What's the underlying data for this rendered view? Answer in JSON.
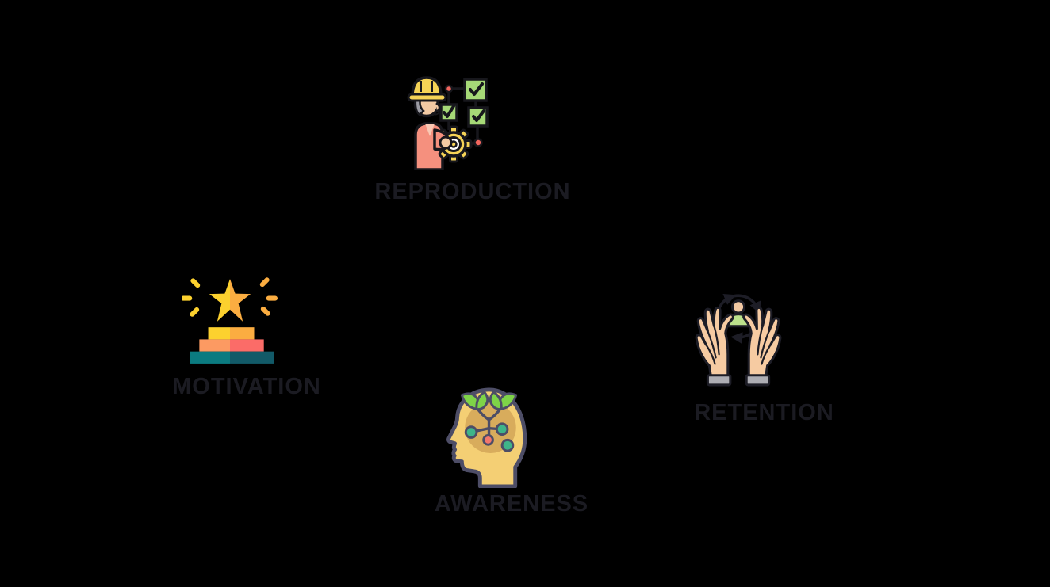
{
  "diagram": {
    "background_color": "#000000",
    "cloud_fill": "#b5c6e6",
    "label_color": "#1b1b22",
    "clouds": [
      {
        "label": "REPRODUCTION",
        "icon": "worker-flowchart-icon"
      },
      {
        "label": "MOTIVATION",
        "icon": "star-podium-icon"
      },
      {
        "label": "RETENTION",
        "icon": "hands-cycle-icon"
      },
      {
        "label": "AWARENESS",
        "icon": "head-plant-icon"
      }
    ],
    "icon_palette": {
      "checkbox_green": "#a6d977",
      "node_red": "#f2665e",
      "hat_gear_yellow": "#f5d356",
      "shirt_salmon": "#f5907e",
      "skin_tan": "#f2c9a3",
      "star_yellow": "#fcd12e",
      "star_amber": "#fbad41",
      "podium_orange": "#fc9a62",
      "podium_coral": "#fb6c68",
      "podium_teal": "#0b7b80",
      "podium_dark_teal": "#125a68",
      "person_green": "#bce18c",
      "cuff_gray": "#adadb3",
      "head_gold": "#f4cf74",
      "brain_tan": "#d8ac5c",
      "leaf_green": "#7ed348",
      "dot_teal": "#3fb589",
      "dot_coral": "#f2776c",
      "outline_dark": "#17171c",
      "outline_navy": "#4d4d66"
    }
  }
}
